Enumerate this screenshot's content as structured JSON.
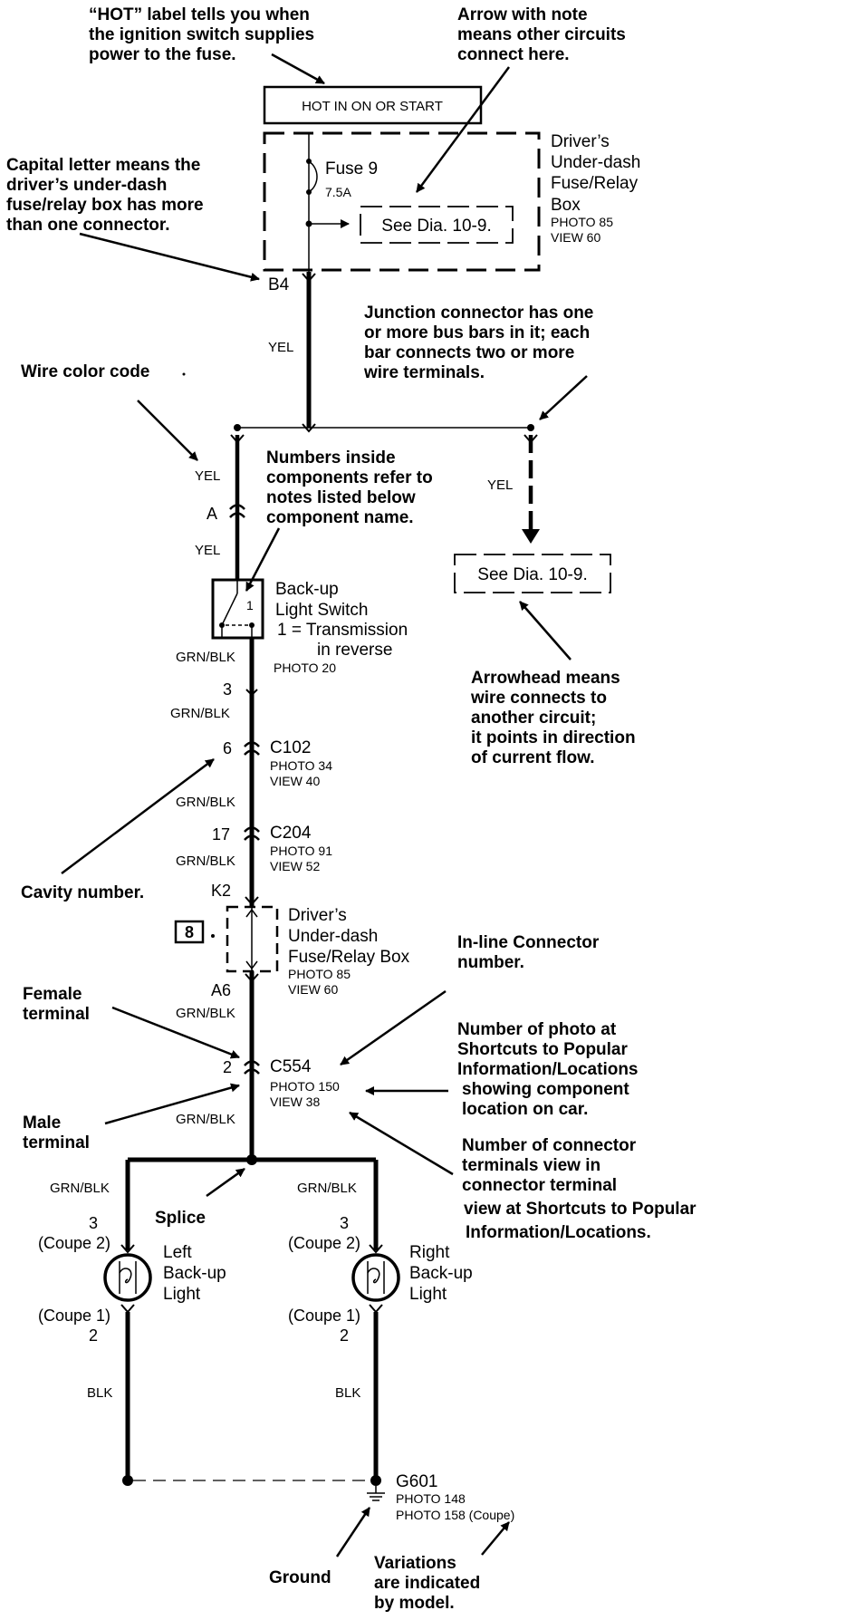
{
  "annotations": {
    "hot_label": [
      "“HOT” label tells you when",
      "the ignition switch supplies",
      "power to the fuse."
    ],
    "arrow_note": [
      "Arrow with note",
      "means other circuits",
      "connect here."
    ],
    "capital_letter": [
      "Capital letter means the",
      "driver’s under-dash",
      "fuse/relay box has more",
      "than one connector."
    ],
    "junction": [
      "Junction connector has one",
      "or more bus bars in it; each",
      "bar connects two or more",
      "wire terminals."
    ],
    "wire_color": "Wire color code",
    "numbers_inside": [
      "Numbers inside",
      "components refer to",
      "notes listed below",
      "component name."
    ],
    "arrowhead": [
      "Arrowhead means",
      "wire connects to",
      "another circuit;",
      "it points in direction",
      "of current flow."
    ],
    "cavity": "Cavity number.",
    "inline_connector": [
      "In-line Connector",
      "number."
    ],
    "female": [
      "Female",
      "terminal"
    ],
    "male": [
      "Male",
      "terminal"
    ],
    "photo_number": [
      "Number of photo at",
      "Shortcuts to Popular",
      "Information/Locations",
      "showing component",
      "location on car."
    ],
    "connector_view": [
      "Number of connector",
      "terminals view in",
      "connector terminal",
      "view at Shortcuts to Popular",
      "Information/Locations."
    ],
    "splice": "Splice",
    "ground": "Ground",
    "variations": [
      "Variations",
      "are indicated",
      "by model."
    ]
  },
  "components": {
    "hot_box": "HOT IN ON OR START",
    "fuse_box_top": {
      "name": [
        "Driver’s",
        "Under-dash",
        "Fuse/Relay",
        "Box"
      ],
      "photo": "PHOTO 85",
      "view": "VIEW 60"
    },
    "fuse": {
      "name": "Fuse 9",
      "rating": "7.5A"
    },
    "see_dia_top": "See  Dia.  10-9.",
    "see_dia_right": "See  Dia.  10-9.",
    "switch": {
      "name": [
        "Back-up",
        "Light Switch"
      ],
      "note_number": "1",
      "note": [
        "1 =  Transmission",
        "in reverse"
      ],
      "photo": "PHOTO 20"
    },
    "c102": {
      "name": "C102",
      "photo": "PHOTO 34",
      "view": "VIEW 40"
    },
    "c204": {
      "name": "C204",
      "photo": "PHOTO 91",
      "view": "VIEW 52"
    },
    "fuse_box_mid": {
      "name": [
        "Driver’s",
        "Under-dash",
        "Fuse/Relay Box"
      ],
      "photo": "PHOTO 85",
      "view": "VIEW 60",
      "note_box": "8"
    },
    "c554": {
      "name": "C554",
      "photo": "PHOTO 150",
      "view": "VIEW 38"
    },
    "left_light": {
      "name": [
        "Left",
        "Back-up",
        "Light"
      ],
      "pin_top": [
        "3",
        "(Coupe 2)"
      ],
      "pin_bottom": [
        "(Coupe 1)",
        "2"
      ]
    },
    "right_light": {
      "name": [
        "Right",
        "Back-up",
        "Light"
      ],
      "pin_top": [
        "3",
        "(Coupe 2)"
      ],
      "pin_bottom": [
        "(Coupe 1)",
        "2"
      ]
    },
    "ground": {
      "name": "G601",
      "photo_1": "PHOTO 148",
      "photo_2": "PHOTO 158 (Coupe)"
    }
  },
  "wires": {
    "b4": "B4",
    "yel_main": "YEL",
    "yel_left_1": "YEL",
    "yel_left_2": "YEL",
    "yel_right": "YEL",
    "pin_a": "A",
    "grn_1": "GRN/BLK",
    "pin_3": "3",
    "grn_2": "GRN/BLK",
    "pin_6": "6",
    "grn_3": "GRN/BLK",
    "pin_17": "17",
    "grn_4": "GRN/BLK",
    "k2": "K2",
    "a6": "A6",
    "grn_5": "GRN/BLK",
    "pin_2": "2",
    "grn_6": "GRN/BLK",
    "grn_left": "GRN/BLK",
    "grn_right": "GRN/BLK",
    "blk_left": "BLK",
    "blk_right": "BLK"
  }
}
